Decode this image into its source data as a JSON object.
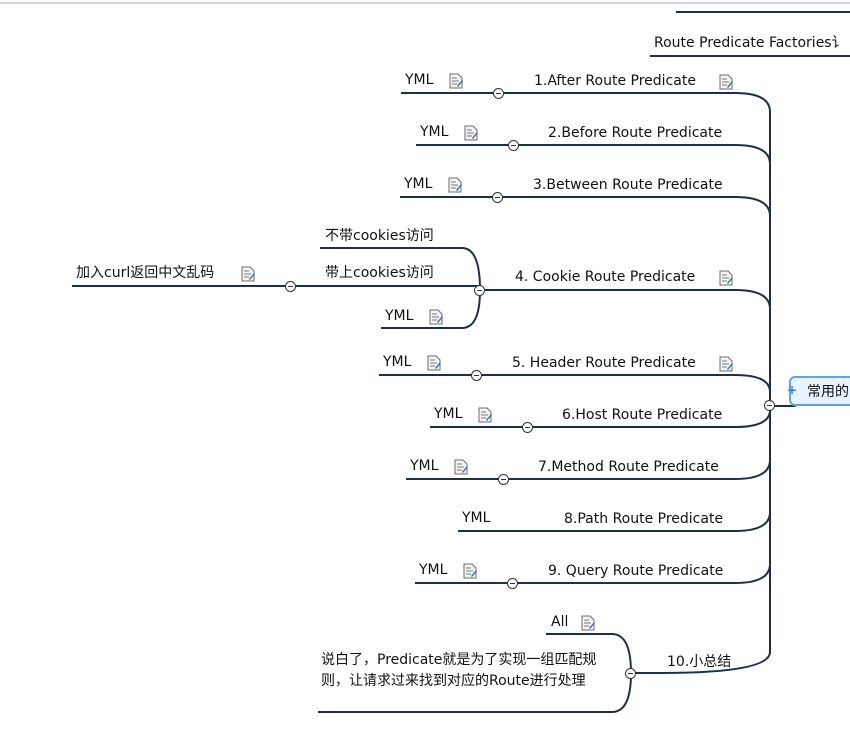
{
  "central_label": "常用的",
  "header_label": "Route Predicate Factories讠",
  "yml": "YML",
  "predicates": [
    "1.After Route Predicate",
    "2.Before Route Predicate",
    "3.Between Route Predicate",
    "4. Cookie Route Predicate",
    "5. Header Route Predicate",
    "6.Host Route Predicate",
    "7.Method Route Predicate",
    "8.Path Route Predicate",
    "9. Query Route Predicate",
    "10.小总结"
  ],
  "cookie_children": {
    "without": "不带cookies访问",
    "with": "带上cookies访问",
    "with_child": "加入curl返回中文乱码"
  },
  "summary_children": {
    "all": "All",
    "note": "说白了，Predicate就是为了实现一组匹配规则，让请求过来找到对应的Route进行处理"
  },
  "colors": {
    "edge": "#1f2f4a",
    "central_border": "#5aa6e6",
    "central_fill": "#e8f3fd"
  }
}
